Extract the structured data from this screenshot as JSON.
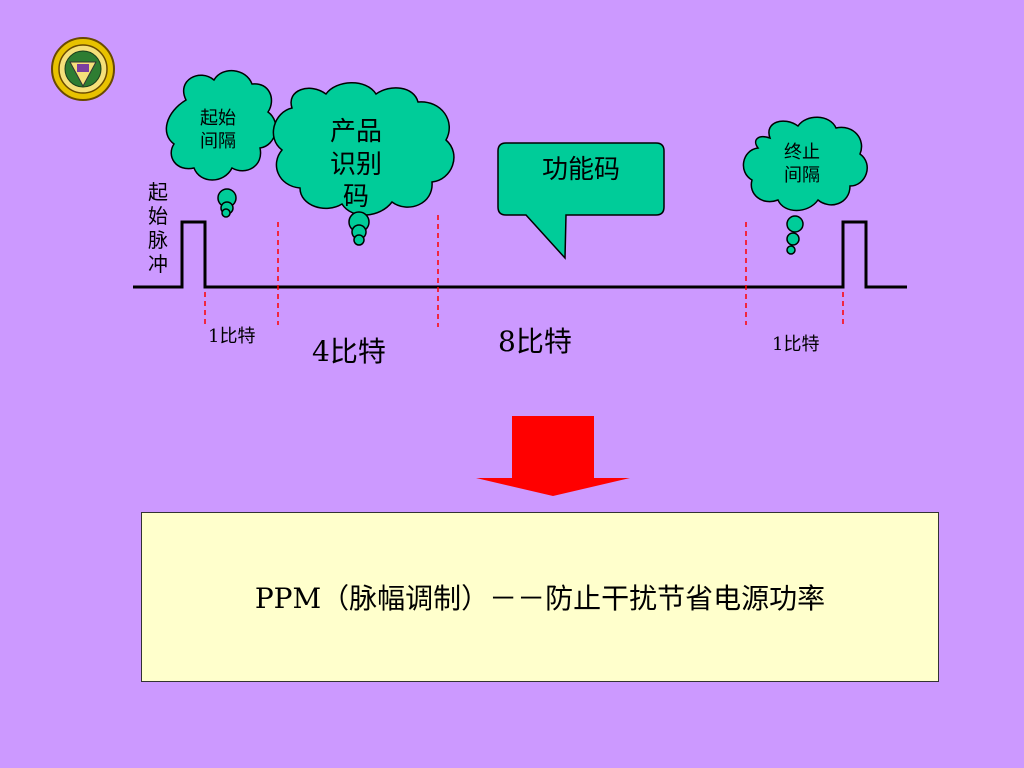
{
  "colors": {
    "background": "#cc99ff",
    "bubble_fill": "#00cc99",
    "signal_line": "#000000",
    "divider": "#ff0000",
    "arrow": "#ff0000",
    "note_box": "#ffffcc"
  },
  "diagram": {
    "pulse_label": "起始脉冲",
    "bubbles": {
      "start_interval": "起始\n间隔",
      "product_id": "产品\n识别\n码",
      "function_code": "功能码",
      "stop_interval": "终止\n间隔"
    },
    "bit_labels": {
      "start_bits": "1比特",
      "product_bits": "4比特",
      "function_bits": "8比特",
      "stop_bits": "1比特"
    }
  },
  "note": {
    "text": "PPM（脉幅调制）－－防止干扰节省电源功率"
  },
  "icons": {
    "logo": "school-emblem-icon",
    "arrow": "arrow-down-icon"
  }
}
